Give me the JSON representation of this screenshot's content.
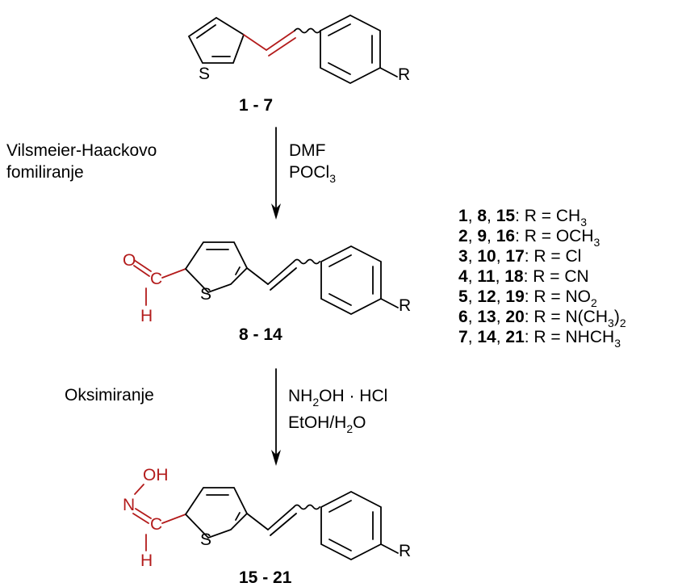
{
  "scheme": {
    "labels": {
      "compound_1": "1 - 7",
      "compound_2": "8 - 14",
      "compound_3": "15 - 21"
    },
    "step1": {
      "name_line1": "Vilsmeier-Haackovo",
      "name_line2": "fomiliranje",
      "reagent1": "DMF",
      "reagent2_main": "POCl",
      "reagent2_sub": "3"
    },
    "step2": {
      "name": "Oksimiranje",
      "reagent1_a": "NH",
      "reagent1_sub1": "2",
      "reagent1_b": "OH · HCl",
      "reagent2_a": "EtOH/H",
      "reagent2_sub": "2",
      "reagent2_b": "O"
    },
    "atoms": {
      "S": "S",
      "R": "R",
      "O": "O",
      "C": "C",
      "H": "H",
      "N": "N",
      "OH": "OH"
    },
    "colors": {
      "highlight": "#b31b1b",
      "line": "#000000"
    }
  },
  "legend": [
    {
      "nums": [
        "1",
        "8",
        "15"
      ],
      "seps": [
        ", ",
        ", ",
        ": "
      ],
      "formula": [
        {
          "t": "R = CH"
        },
        {
          "s": "3"
        }
      ]
    },
    {
      "nums": [
        "2",
        "9",
        "16"
      ],
      "seps": [
        ", ",
        ", ",
        ": "
      ],
      "formula": [
        {
          "t": "R = OCH"
        },
        {
          "s": "3"
        }
      ]
    },
    {
      "nums": [
        "3",
        "10",
        "17"
      ],
      "seps": [
        ", ",
        ", ",
        ": "
      ],
      "formula": [
        {
          "t": "R = Cl"
        }
      ]
    },
    {
      "nums": [
        "4",
        "11",
        "18"
      ],
      "seps": [
        ", ",
        ", ",
        ": "
      ],
      "formula": [
        {
          "t": "R = CN"
        }
      ]
    },
    {
      "nums": [
        "5",
        "12",
        "19"
      ],
      "seps": [
        ", ",
        ", ",
        ": "
      ],
      "formula": [
        {
          "t": "R = NO"
        },
        {
          "s": "2"
        }
      ]
    },
    {
      "nums": [
        "6",
        "13",
        "20"
      ],
      "seps": [
        ", ",
        ", ",
        ": "
      ],
      "formula": [
        {
          "t": "R = N(CH"
        },
        {
          "s": "3"
        },
        {
          "t": ")"
        },
        {
          "s": "2"
        }
      ]
    },
    {
      "nums": [
        "7",
        "14",
        "21"
      ],
      "seps": [
        ", ",
        ", ",
        ": "
      ],
      "formula": [
        {
          "t": "R = NHCH"
        },
        {
          "s": "3"
        }
      ]
    }
  ]
}
